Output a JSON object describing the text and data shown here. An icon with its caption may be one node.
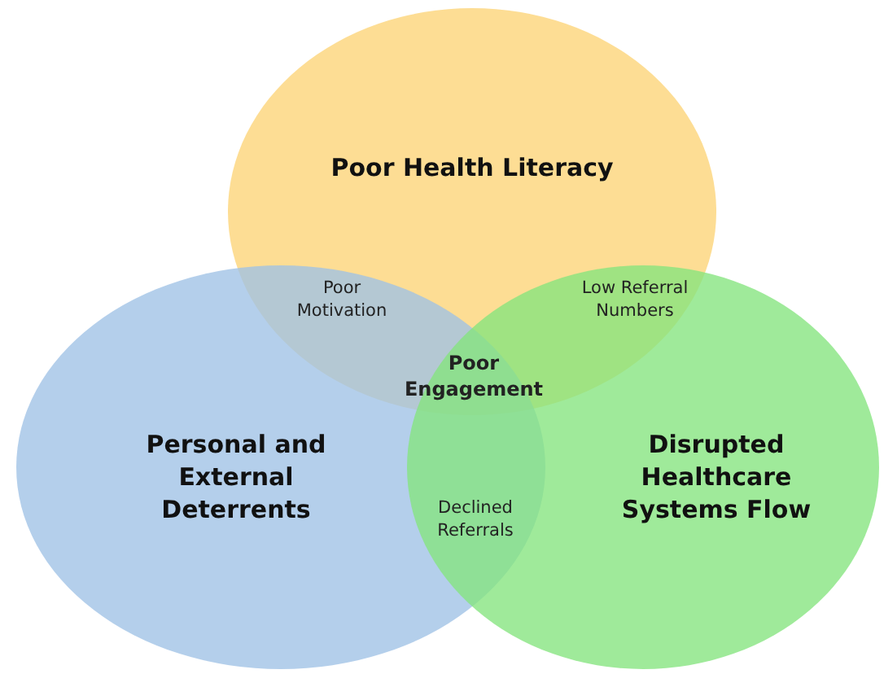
{
  "diagram": {
    "nodes": [
      {
        "text": [
          "Poor Health Literacy"
        ]
      },
      {
        "text": [
          "Personal and External Deterrents"
        ]
      },
      {
        "text": [
          "Disrupted Healthcare Systems Flow"
        ]
      }
    ],
    "labels": [
      "Poor Motivation",
      "Low Referral Numbers",
      "Poor Engagement",
      "Declined Referrals"
    ]
  }
}
